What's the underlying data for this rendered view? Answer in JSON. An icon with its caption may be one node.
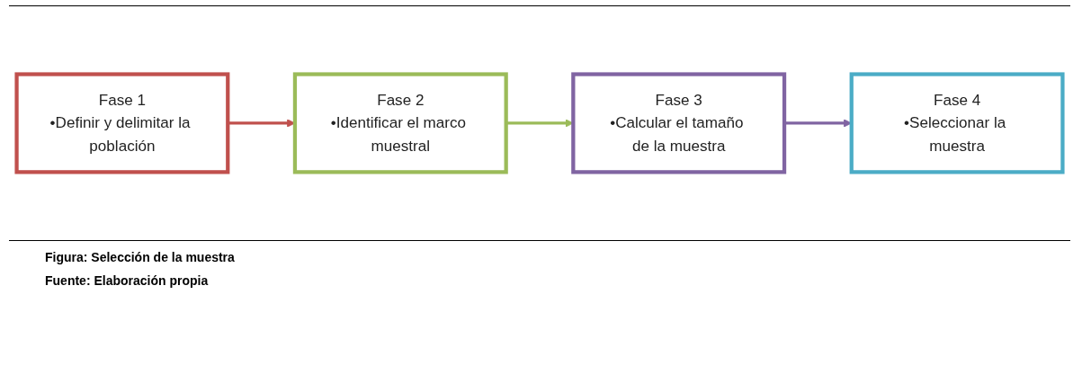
{
  "diagram": {
    "caption": "Figura: Selección de la muestra",
    "nodes": [
      {
        "text": [
          "Fase 1",
          "•Definir y delimitar la población"
        ]
      },
      {
        "text": [
          "Fase 2",
          "•Identificar el marco muestral"
        ]
      },
      {
        "text": [
          "Fase 3",
          "•Calcular el tamaño de la muestra"
        ]
      },
      {
        "text": [
          "Fase 4",
          "•Seleccionar la muestra"
        ]
      }
    ],
    "edges": [
      {
        "from": 0,
        "to": 1,
        "arrow": "to",
        "color": "#c0504d"
      },
      {
        "from": 1,
        "to": 2,
        "arrow": "to",
        "color": "#9bbb59"
      },
      {
        "from": 2,
        "to": 3,
        "arrow": "to",
        "color": "#8064a2"
      }
    ],
    "labels": [
      "Fuente: Elaboración propia"
    ]
  }
}
